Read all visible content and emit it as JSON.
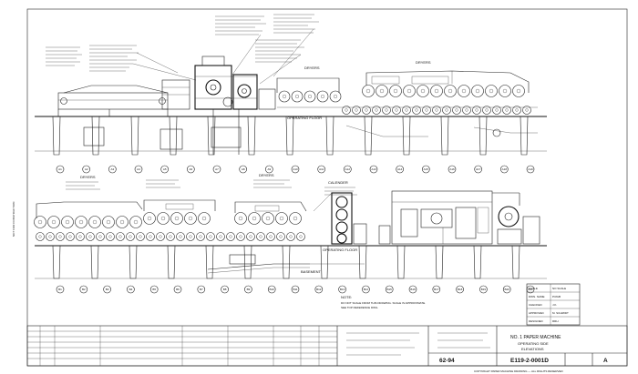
{
  "sections": {
    "top_middle": "DRYERS",
    "top_right": "DRYERS",
    "operating_floor_top": "OPERATING FLOOR",
    "bottom_left": "DRYERS",
    "bottom_mid": "DRYERS",
    "calender": "CALENDER",
    "operating_floor_bottom": "OPERATING FLOOR",
    "basement": "BASEMENT"
  },
  "top_bay_markers": [
    "A1",
    "A2",
    "A3",
    "A4",
    "A5",
    "A6",
    "A7",
    "A8",
    "A9",
    "A10",
    "A11",
    "A12",
    "A13",
    "A14",
    "A15",
    "A16",
    "A17",
    "A18",
    "A19"
  ],
  "bottom_bay_markers": [
    "B1",
    "B2",
    "B3",
    "B4",
    "B5",
    "B6",
    "B7",
    "B8",
    "B9",
    "B10",
    "B11",
    "B12",
    "B13",
    "B14",
    "B15",
    "B16",
    "B17",
    "B18",
    "B19",
    "B20",
    "B21"
  ],
  "notes": {
    "title": "NOTE:",
    "lines": [
      "DO NOT SCALE FROM THIS DRAWING. SCALE IS APPROXIMATE.",
      "SEE TOP REFERENCE DWG."
    ]
  },
  "title_block": {
    "line1": "NO. 1 PAPER MACHINE",
    "line2": "OPERATING SIDE",
    "line3": "ELEVATIONS",
    "number": "62-94",
    "drawing_no": "E119-2-0001D",
    "revision": "A"
  },
  "info_block": {
    "labels": [
      "SCALE",
      "DWN. NAME",
      "CHECKED",
      "APPROVED",
      "DESIGNED"
    ],
    "values": [
      "NO SCALE",
      "P.RGB",
      "J.K.",
      "M. SCHMIDT",
      "RRH"
    ]
  },
  "margin_text": "NOT FOR CONSTRUCTION",
  "copyright": "COPYRIGHT PAPER MACHINE DRAWING — ALL RIGHTS RESERVED"
}
